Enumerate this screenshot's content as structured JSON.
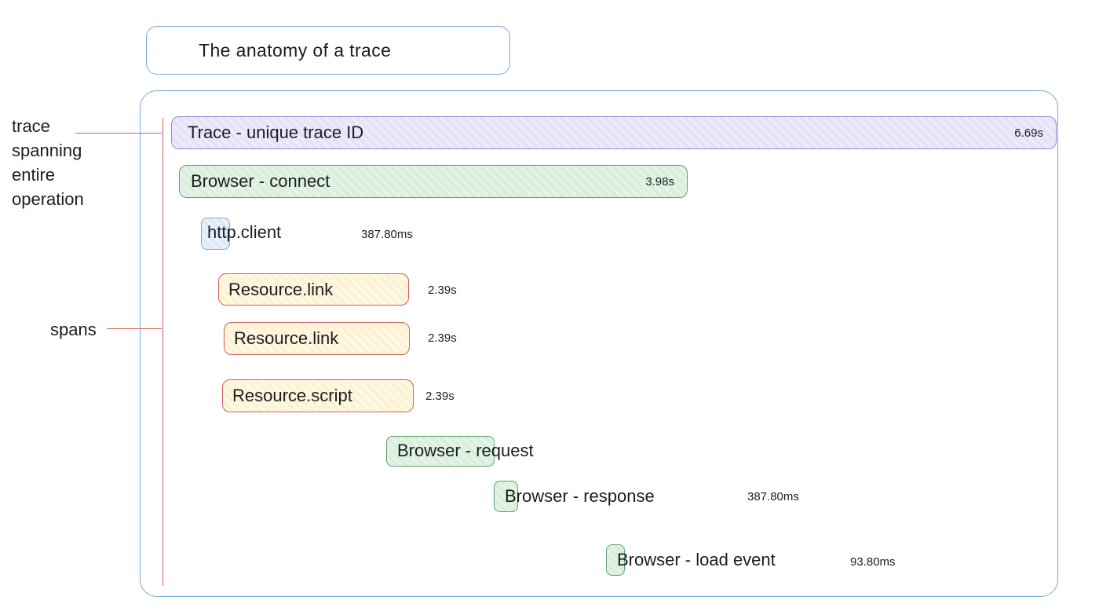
{
  "title": "The anatomy of a trace",
  "annotations": {
    "trace_spanning": "trace\nspanning\nentire\noperation",
    "spans": "spans"
  },
  "spans": [
    {
      "id": "trace",
      "label": "Trace - unique trace ID",
      "duration": "6.69s"
    },
    {
      "id": "browser-connect",
      "label": "Browser - connect",
      "duration": "3.98s"
    },
    {
      "id": "http-client",
      "label": "http.client",
      "duration": "387.80ms"
    },
    {
      "id": "resource-link-1",
      "label": "Resource.link",
      "duration": "2.39s"
    },
    {
      "id": "resource-link-2",
      "label": "Resource.link",
      "duration": "2.39s"
    },
    {
      "id": "resource-script",
      "label": "Resource.script",
      "duration": "2.39s"
    },
    {
      "id": "browser-request",
      "label": "Browser - request"
    },
    {
      "id": "browser-response",
      "label": "Browser - response",
      "duration": "387.80ms"
    },
    {
      "id": "browser-load-event",
      "label": "Browser - load event",
      "duration": "93.80ms"
    }
  ],
  "colors": {
    "container_border": "#7aa7dc",
    "trace_fill": "#e7e1f8",
    "trace_border": "#8a8fd8",
    "browser_fill": "#d9eedd",
    "browser_border": "#5ba16d",
    "resource_fill": "#fcf2d2",
    "resource_border": "#d06060",
    "http_fill": "#dce9fb",
    "http_border": "#7aa7dc",
    "annotation_line": "#d85f5f"
  }
}
